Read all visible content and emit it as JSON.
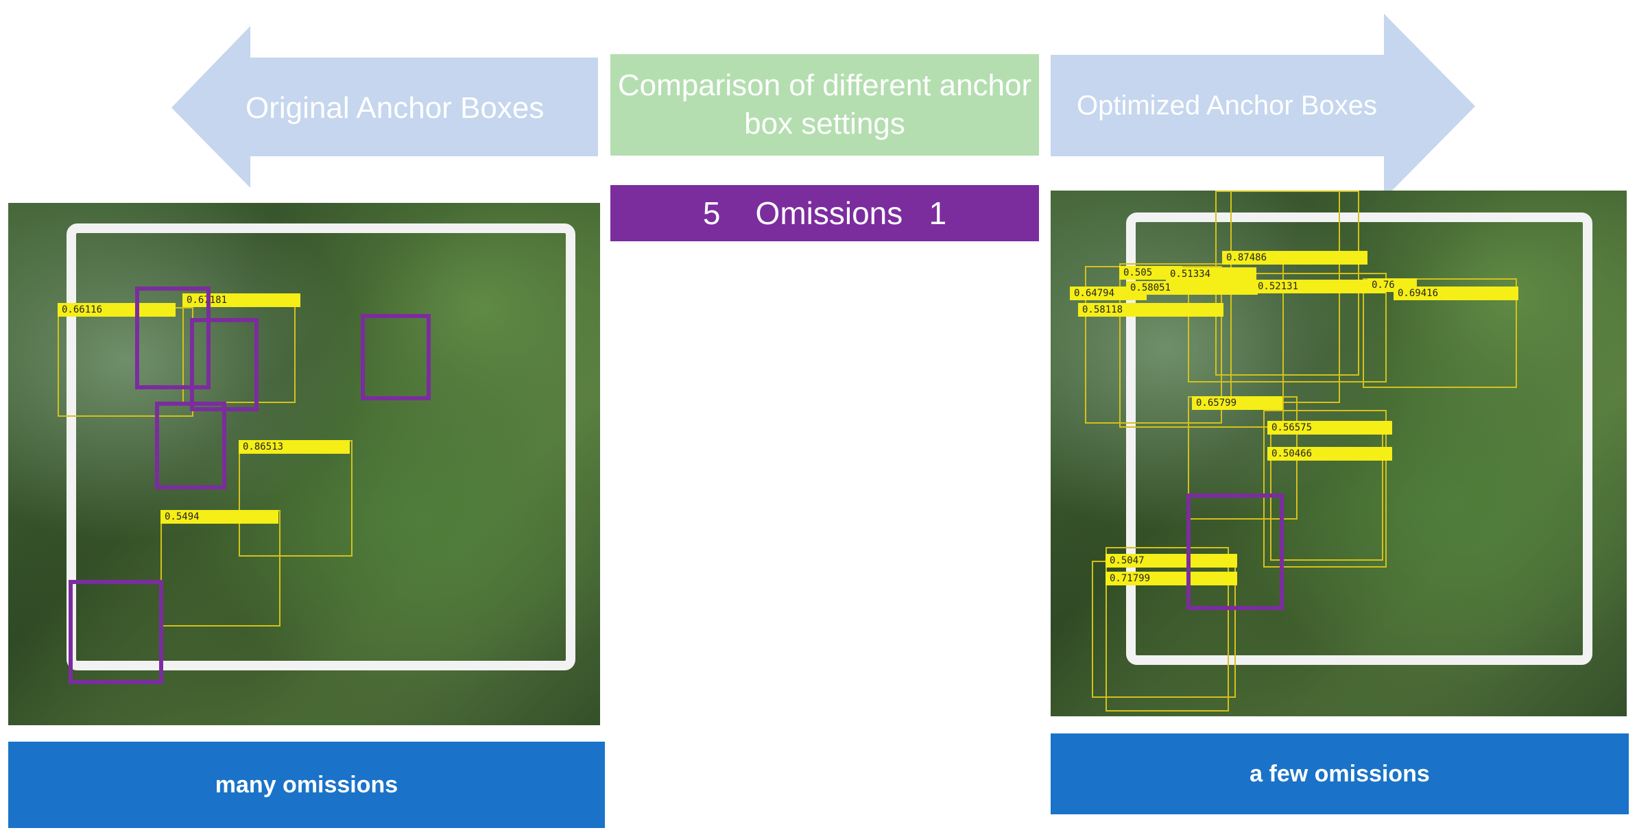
{
  "header": {
    "left_arrow_label": "Original Anchor Boxes",
    "center_title": "Comparison of different anchor box settings",
    "right_arrow_label": "Optimized Anchor Boxes",
    "omissions_bar": "5    Omissions   1"
  },
  "colors": {
    "arrow_fill": "#c5d6ee",
    "center_box": "#b4deb0",
    "omissions_bar": "#7b2d9e",
    "missed_box": "#7b2d9e",
    "detection_label": "#f5ee17",
    "caption_bar": "#1a73c8"
  },
  "left_panel": {
    "caption": "many omissions",
    "detections": [
      {
        "label": "0.66116"
      },
      {
        "label": "0.67181"
      },
      {
        "label": "0.86513"
      },
      {
        "label": "0.5494"
      }
    ]
  },
  "right_panel": {
    "caption": "a few omissions",
    "detections": [
      {
        "label": "0.505"
      },
      {
        "label": "0.51334"
      },
      {
        "label": "0.87486"
      },
      {
        "label": "0.64794"
      },
      {
        "label": "0.58051"
      },
      {
        "label": "0.52131"
      },
      {
        "label": "0.58118"
      },
      {
        "label": "0.76"
      },
      {
        "label": "0.69416"
      },
      {
        "label": "0.65799"
      },
      {
        "label": "0.56575"
      },
      {
        "label": "0.50466"
      },
      {
        "label": "0.5047"
      },
      {
        "label": "0.71799"
      }
    ]
  }
}
